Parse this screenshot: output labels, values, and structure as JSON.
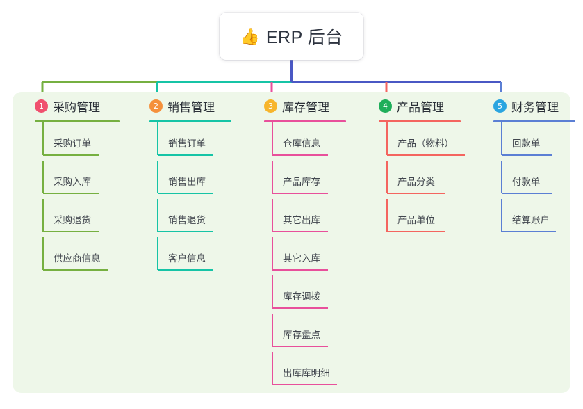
{
  "diagram": {
    "type": "tree-mindmap",
    "background": "#ffffff",
    "panel_color": "#eef7e9",
    "root": {
      "emoji": "👍",
      "emoji_name": "thumbs-up-emoji",
      "title": "ERP 后台",
      "connector_color": "#4a58c4"
    },
    "trunk": {
      "segment_colors": [
        "#76b041",
        "#16c4a6",
        "#4a58c4"
      ]
    },
    "branches": [
      {
        "index": "1",
        "title": "采购管理",
        "badge_color": "#f0506e",
        "line_color": "#76b041",
        "underline_width": 122,
        "items": [
          {
            "label": "采购订单",
            "underline_width": 80
          },
          {
            "label": "采购入库",
            "underline_width": 80
          },
          {
            "label": "采购退货",
            "underline_width": 80
          },
          {
            "label": "供应商信息",
            "underline_width": 94
          }
        ]
      },
      {
        "index": "2",
        "title": "销售管理",
        "badge_color": "#f5903b",
        "line_color": "#16c4a6",
        "underline_width": 118,
        "items": [
          {
            "label": "销售订单",
            "underline_width": 80
          },
          {
            "label": "销售出库",
            "underline_width": 80
          },
          {
            "label": "销售退货",
            "underline_width": 80
          },
          {
            "label": "客户信息",
            "underline_width": 80
          }
        ]
      },
      {
        "index": "3",
        "title": "库存管理",
        "badge_color": "#f7b52c",
        "line_color": "#e8509b",
        "underline_width": 118,
        "items": [
          {
            "label": "仓库信息",
            "underline_width": 80
          },
          {
            "label": "产品库存",
            "underline_width": 80
          },
          {
            "label": "其它出库",
            "underline_width": 80
          },
          {
            "label": "其它入库",
            "underline_width": 80
          },
          {
            "label": "库存调拨",
            "underline_width": 80
          },
          {
            "label": "库存盘点",
            "underline_width": 80
          },
          {
            "label": "出库库明细",
            "underline_width": 93
          }
        ]
      },
      {
        "index": "4",
        "title": "产品管理",
        "badge_color": "#1fae5a",
        "line_color": "#f4655f",
        "underline_width": 118,
        "items": [
          {
            "label": "产品（物料）",
            "underline_width": 112
          },
          {
            "label": "产品分类",
            "underline_width": 84
          },
          {
            "label": "产品单位",
            "underline_width": 84
          }
        ]
      },
      {
        "index": "5",
        "title": "财务管理",
        "badge_color": "#2aa5e0",
        "line_color": "#5b7fd4",
        "underline_width": 118,
        "items": [
          {
            "label": "回款单",
            "underline_width": 72
          },
          {
            "label": "付款单",
            "underline_width": 72
          },
          {
            "label": "结算账户",
            "underline_width": 78
          }
        ]
      }
    ]
  }
}
